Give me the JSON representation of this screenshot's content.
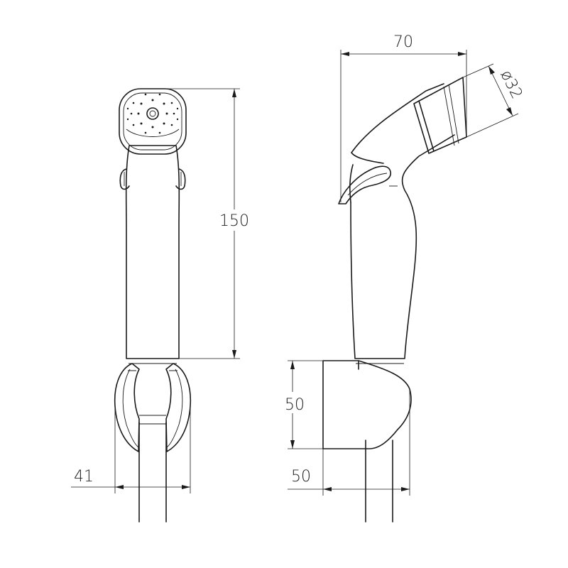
{
  "dimensions": {
    "front_height": "150",
    "front_holder_width": "41",
    "side_head_width": "70",
    "side_head_diameter": "ø32",
    "side_holder_height": "50",
    "side_holder_width": "50"
  },
  "colors": {
    "line": "#1a1a1a",
    "background": "#ffffff"
  }
}
